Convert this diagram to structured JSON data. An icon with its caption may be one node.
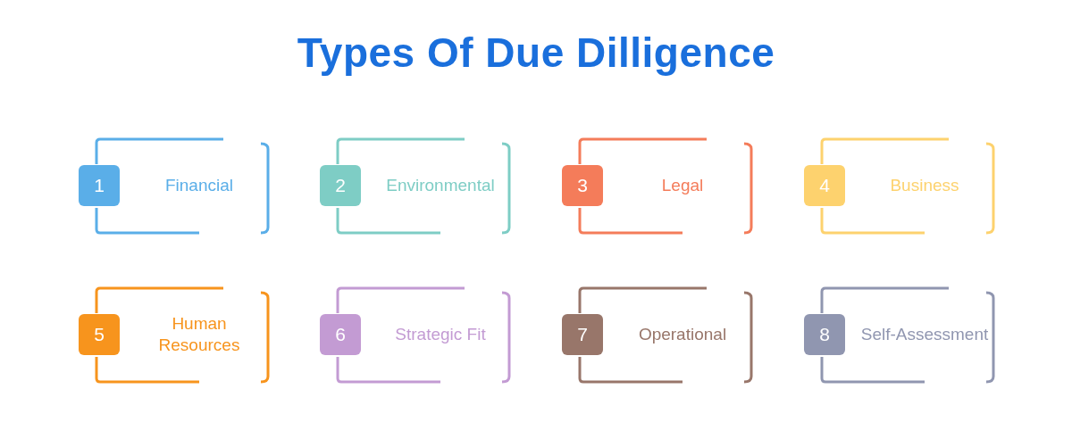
{
  "diagram": {
    "title": "Types Of Due Dilligence",
    "nodes": [
      {
        "text": [
          "Financial"
        ]
      },
      {
        "text": [
          "1"
        ],
        "in": 0
      },
      {
        "text": [
          "Environmental"
        ]
      },
      {
        "text": [
          "2"
        ],
        "in": 2
      },
      {
        "text": [
          "Legal"
        ]
      },
      {
        "text": [
          "3"
        ],
        "in": 4
      },
      {
        "text": [
          "Business"
        ]
      },
      {
        "text": [
          "4"
        ],
        "in": 6
      },
      {
        "text": [
          "Human Resources"
        ]
      },
      {
        "text": [
          "5"
        ],
        "in": 8
      },
      {
        "text": [
          "Strategic Fit"
        ]
      },
      {
        "text": [
          "6"
        ],
        "in": 10
      },
      {
        "text": [
          "Operational"
        ]
      },
      {
        "text": [
          "7"
        ],
        "in": 12
      },
      {
        "text": [
          "Self-Assessment"
        ]
      },
      {
        "text": [
          "8"
        ],
        "in": 14
      }
    ],
    "edges": []
  }
}
